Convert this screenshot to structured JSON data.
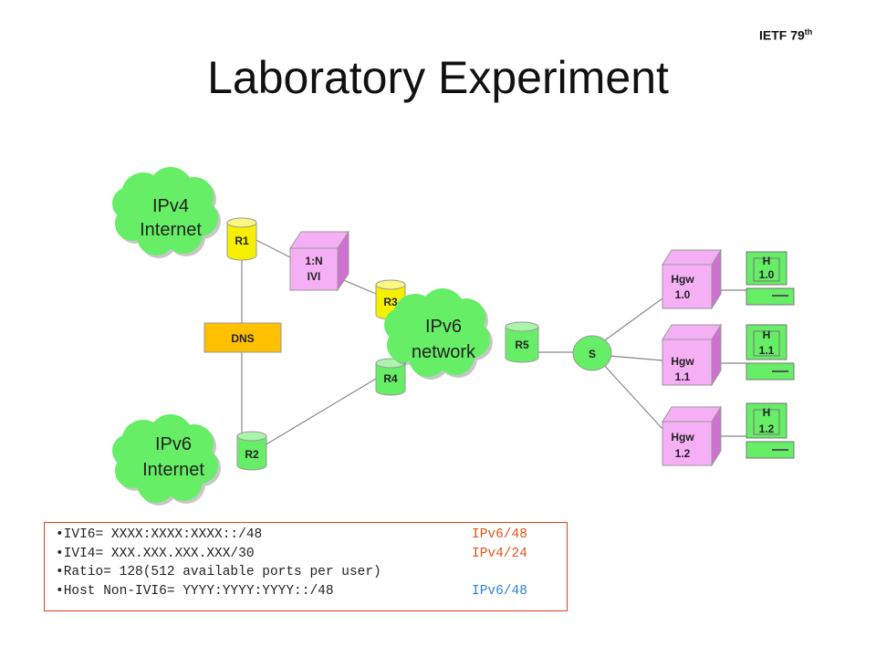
{
  "header": {
    "conference": "IETF 79",
    "conference_sup": "th",
    "title": "Laboratory Experiment"
  },
  "clouds": {
    "ipv4_internet": [
      "IPv4",
      "Internet"
    ],
    "ipv6_network": [
      "IPv6",
      "network"
    ],
    "ipv6_internet": [
      "IPv6",
      "Internet"
    ]
  },
  "routers": {
    "r1": "R1",
    "r2": "R2",
    "r3": "R3",
    "r4": "R4",
    "r5": "R5"
  },
  "nodes": {
    "dns": "DNS",
    "ivi": [
      "1:N",
      "IVI"
    ],
    "switch": "S"
  },
  "gateways": [
    [
      "Hgw",
      "1.0"
    ],
    [
      "Hgw",
      "1.1"
    ],
    [
      "Hgw",
      "1.2"
    ]
  ],
  "hosts": [
    [
      "H",
      "1.0"
    ],
    [
      "H",
      "1.1"
    ],
    [
      "H",
      "1.2"
    ]
  ],
  "notes": [
    {
      "text": "•IVI6= XXXX:XXXX:XXXX::/48",
      "net": "IPv6/48",
      "color": "#e0561c"
    },
    {
      "text": "•IVI4= XXX.XXX.XXX.XXX/30",
      "net": "IPv4/24",
      "color": "#e0561c"
    },
    {
      "text": "•Ratio= 128(512 available ports per user)",
      "net": "",
      "color": ""
    },
    {
      "text": "•Host Non-IVI6= YYYY:YYYY:YYYY::/48",
      "net": "IPv6/48",
      "color": "#2e7fd0"
    }
  ]
}
